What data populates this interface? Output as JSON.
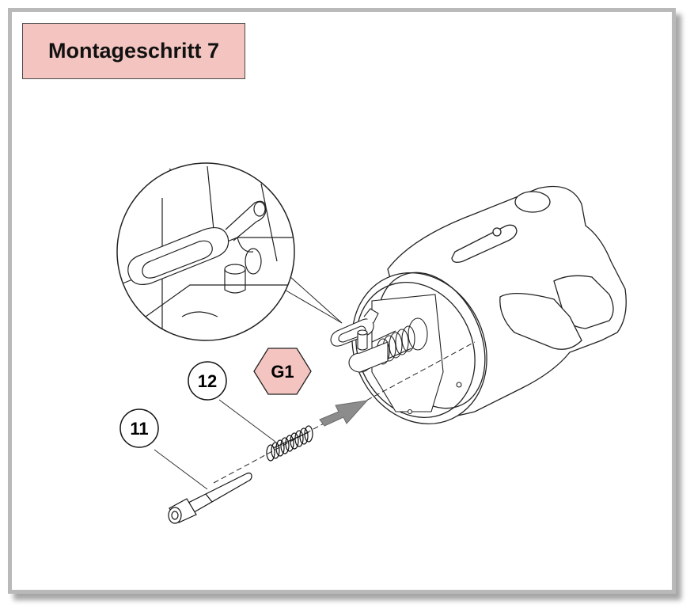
{
  "title": "Montageschritt 7",
  "callouts": [
    {
      "id": "12",
      "label": "12"
    },
    {
      "id": "11",
      "label": "11"
    }
  ],
  "adhesive_marker": {
    "label": "G1",
    "color": "#f4c5c0"
  },
  "colors": {
    "frame": "#b9b9b9",
    "title_bg": "#f4c5c0",
    "arrow": "#8c8c8c"
  },
  "icons": [
    "arrow-right-icon",
    "hexagon-icon"
  ]
}
